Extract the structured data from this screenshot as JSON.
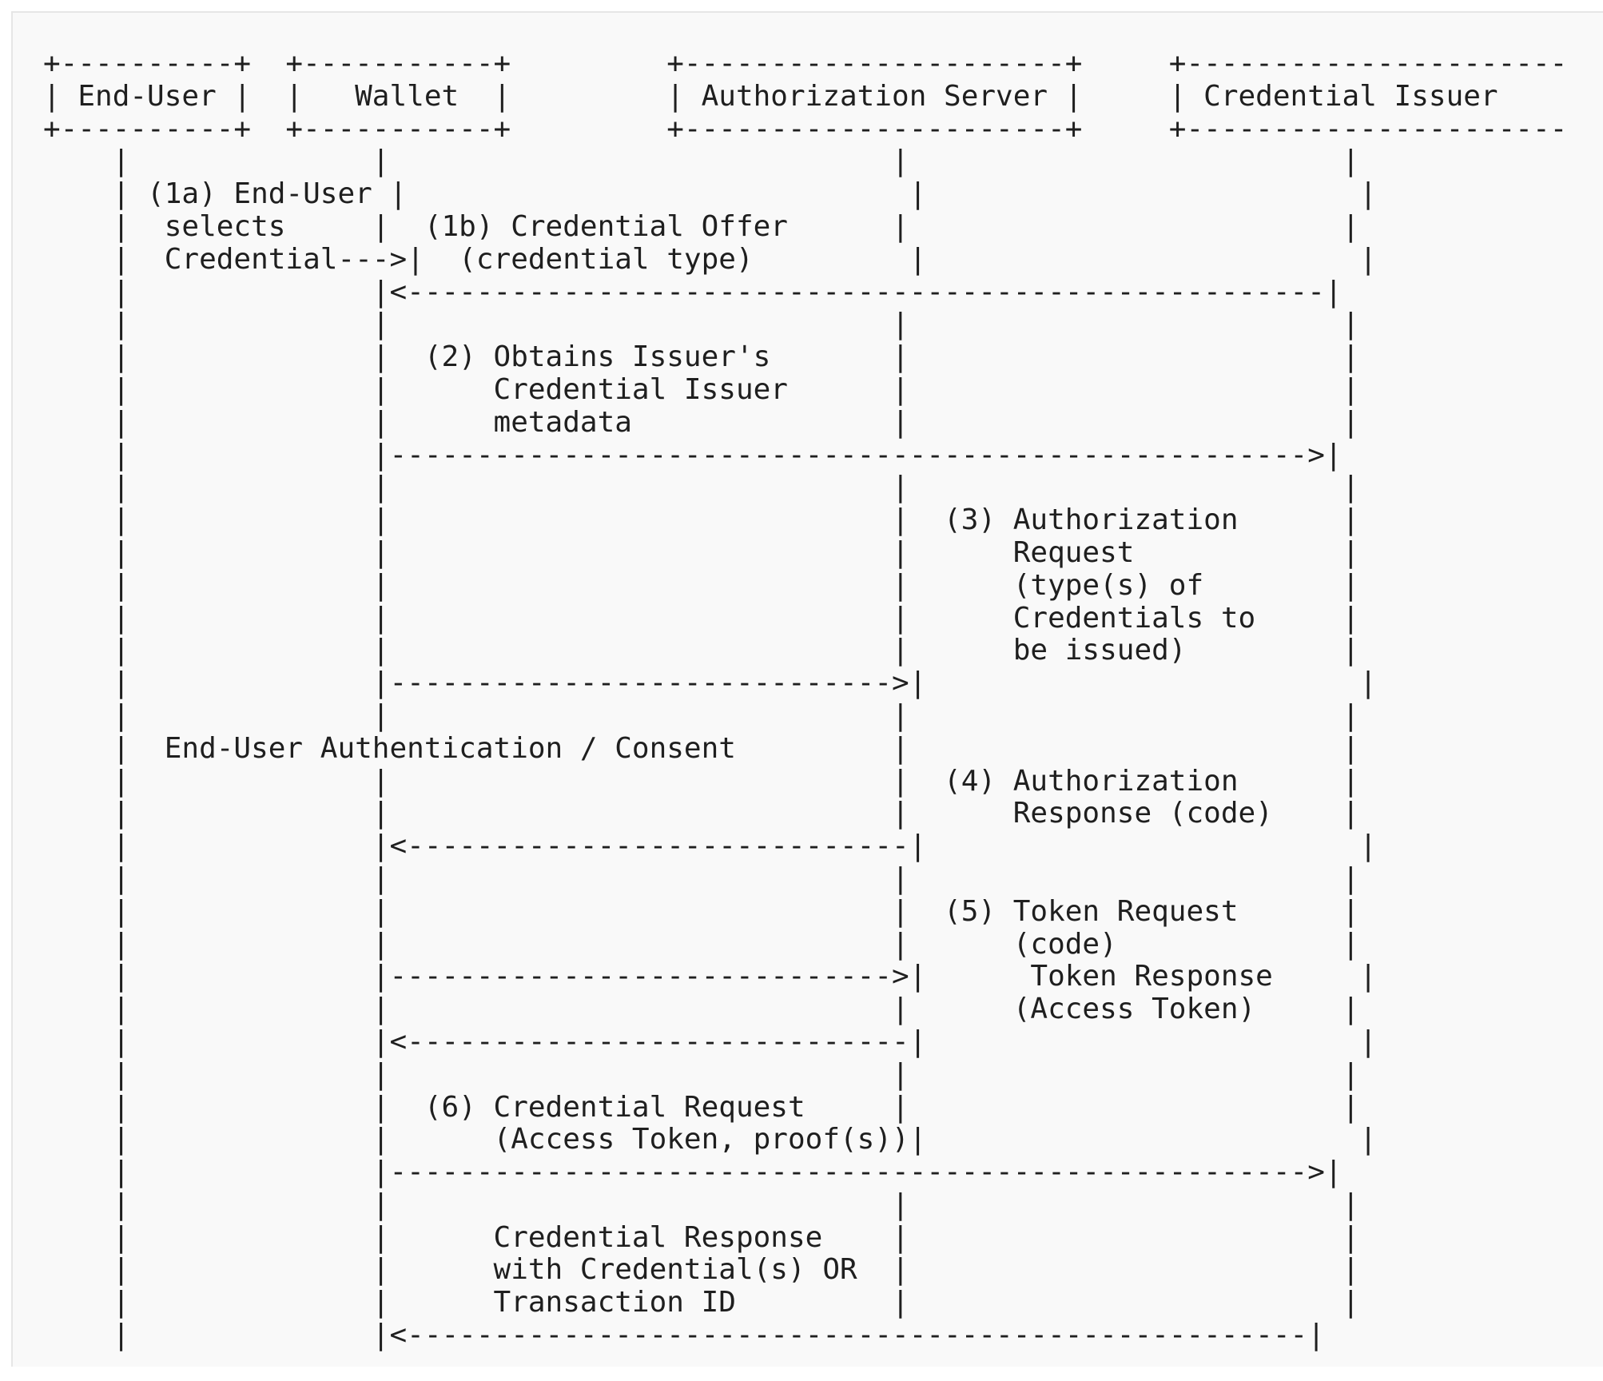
{
  "diagram": {
    "lines": [
      "+----------+  +-----------+         +----------------------+     +----------------------",
      "| End-User |  |   Wallet  |         | Authorization Server |     | Credential Issuer",
      "+----------+  +-----------+         +----------------------+     +----------------------",
      "    |              |                             |                         |",
      "    | (1a) End-User |                             |                         |",
      "    |  selects     |  (1b) Credential Offer      |                         |",
      "    |  Credential--->|  (credential type)         |                         |",
      "    |              |<-----------------------------------------------------|",
      "    |              |                             |                         |",
      "    |              |  (2) Obtains Issuer's       |                         |",
      "    |              |      Credential Issuer      |                         |",
      "    |              |      metadata               |                         |",
      "    |              |----------------------------------------------------->|",
      "    |              |                             |                         |",
      "    |              |                             |  (3) Authorization      |",
      "    |              |                             |      Request            |",
      "    |              |                             |      (type(s) of        |",
      "    |              |                             |      Credentials to     |",
      "    |              |                             |      be issued)         |",
      "    |              |----------------------------->|                         |",
      "    |              |                             |                         |",
      "    |  End-User Authentication / Consent         |                         |",
      "    |              |                             |  (4) Authorization      |",
      "    |              |                             |      Response (code)    |",
      "    |              |<-----------------------------|                         |",
      "    |              |                             |                         |",
      "    |              |                             |  (5) Token Request      |",
      "    |              |                             |      (code)             |",
      "    |              |----------------------------->|      Token Response     |",
      "    |              |                             |      (Access Token)     |",
      "    |              |<-----------------------------|                         |",
      "    |              |                             |                         |",
      "    |              |  (6) Credential Request     |                         |",
      "    |              |      (Access Token, proof(s))|                         |",
      "    |              |----------------------------------------------------->|",
      "    |              |                             |                         |",
      "    |              |      Credential Response    |                         |",
      "    |              |      with Credential(s) OR  |                         |",
      "    |              |      Transaction ID         |                         |",
      "    |              |<----------------------------------------------------|"
    ]
  }
}
